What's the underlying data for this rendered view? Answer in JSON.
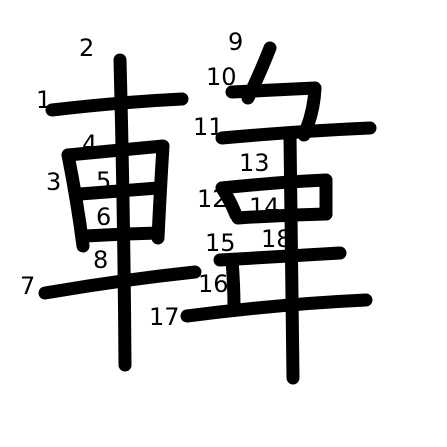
{
  "stroke_color": "#000000",
  "background_color": "#ffffff",
  "stroke_numbers": [
    "1",
    "2",
    "3",
    "4",
    "5",
    "6",
    "7",
    "8",
    "9",
    "10",
    "11",
    "12",
    "13",
    "14",
    "15",
    "16",
    "17",
    "18"
  ]
}
